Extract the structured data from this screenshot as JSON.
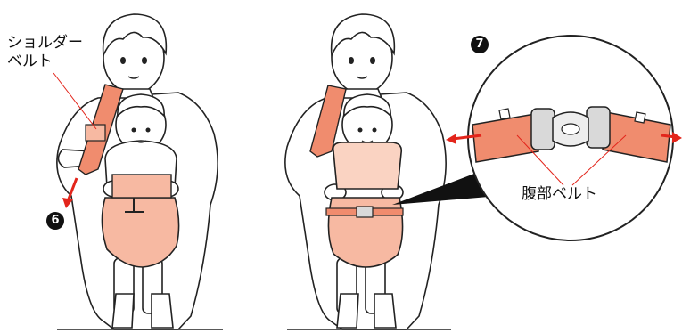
{
  "labels": {
    "shoulder_belt": "ショルダー\nベルト",
    "waist_belt": "腹部ベルト"
  },
  "steps": {
    "step6": "6",
    "step7": "7"
  },
  "colors": {
    "strap": "#F08C6E",
    "strap_dark": "#C9553B",
    "carrier_fill": "#F7B9A2",
    "carrier_light": "#FAD3C2",
    "arrow": "#E3251B",
    "outline": "#222222",
    "buckle": "#D9D9D9"
  }
}
